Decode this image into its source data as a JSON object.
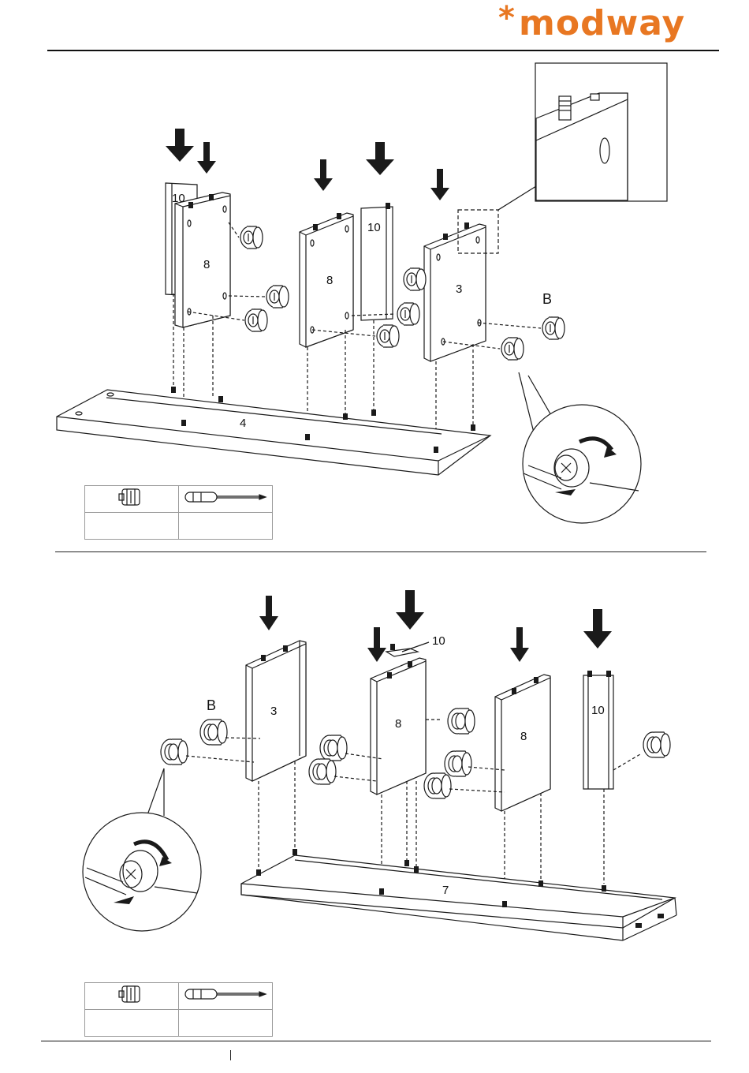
{
  "brand": {
    "name": "modway",
    "color": "#e87722",
    "star": "*"
  },
  "step_a": {
    "panel_labels": [
      "10",
      "8",
      "8",
      "10",
      "3",
      "4"
    ],
    "fitting_label": "B",
    "parts_table": {
      "icons": [
        "cam-lock-icon",
        "screwdriver-icon"
      ],
      "quantities": [
        "",
        ""
      ]
    }
  },
  "step_b": {
    "panel_labels": [
      "3",
      "8",
      "10",
      "8",
      "10",
      "7"
    ],
    "fitting_label": "B",
    "parts_table": {
      "icons": [
        "cam-lock-icon",
        "screwdriver-icon"
      ],
      "quantities": [
        "",
        ""
      ]
    }
  },
  "colors": {
    "line": "#1a1a1a",
    "panel_fill": "#ffffff",
    "arrow": "#1a1a1a"
  }
}
